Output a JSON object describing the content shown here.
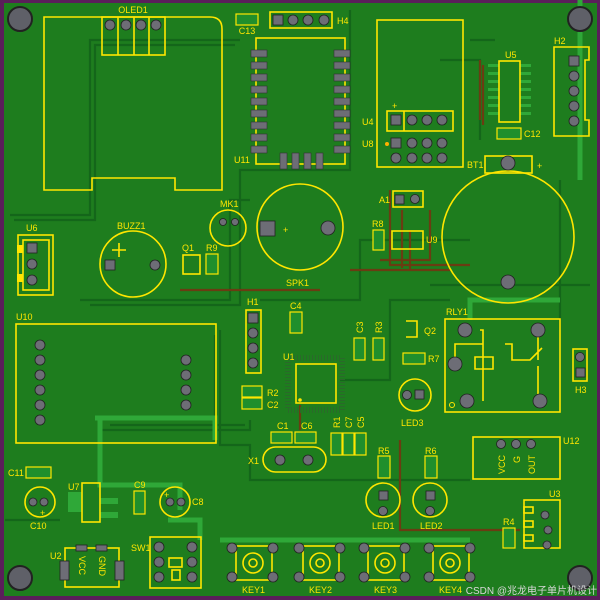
{
  "board": {
    "colors": {
      "copper": "#1e7d1e",
      "silkscreen": "#ffe600",
      "trace_top": "#14661a",
      "trace_bottom": "#6a3c12",
      "edge": "#5a1f5a"
    }
  },
  "designators": {
    "oled1": "OLED1",
    "c13": "C13",
    "h4": "H4",
    "u11": "U11",
    "u4": "U4",
    "u8": "U8",
    "u5": "U5",
    "c12": "C12",
    "h2": "H2",
    "bt1": "BT1",
    "a1": "A1",
    "r8": "R8",
    "u9": "U9",
    "spk1": "SPK1",
    "mk1": "MK1",
    "buzz1": "BUZZ1",
    "q1": "Q1",
    "r9": "R9",
    "u6": "U6",
    "u10": "U10",
    "h1": "H1",
    "c4": "C4",
    "u1": "U1",
    "r2": "R2",
    "c2": "C2",
    "c1": "C1",
    "c6": "C6",
    "x1": "X1",
    "r1": "R1",
    "c7": "C7",
    "c5": "C5",
    "c3": "C3",
    "r3": "R3",
    "q2": "Q2",
    "r7": "R7",
    "led3": "LED3",
    "rly1": "RLY1",
    "h3": "H3",
    "u12": "U12",
    "u3": "U3",
    "r4": "R4",
    "r5": "R5",
    "r6": "R6",
    "led1": "LED1",
    "led2": "LED2",
    "key1": "KEY1",
    "key2": "KEY2",
    "key3": "KEY3",
    "key4": "KEY4",
    "sw1": "SW1",
    "u2": "U2",
    "c11": "C11",
    "c10": "C10",
    "u7": "U7",
    "c9": "C9",
    "c8": "C8"
  },
  "pin_labels": {
    "u12": [
      "VCC",
      "G",
      "OUT"
    ],
    "u2": [
      "VCC",
      "GND"
    ],
    "plus": "+"
  },
  "watermark": "CSDN @兆龙电子单片机设计"
}
